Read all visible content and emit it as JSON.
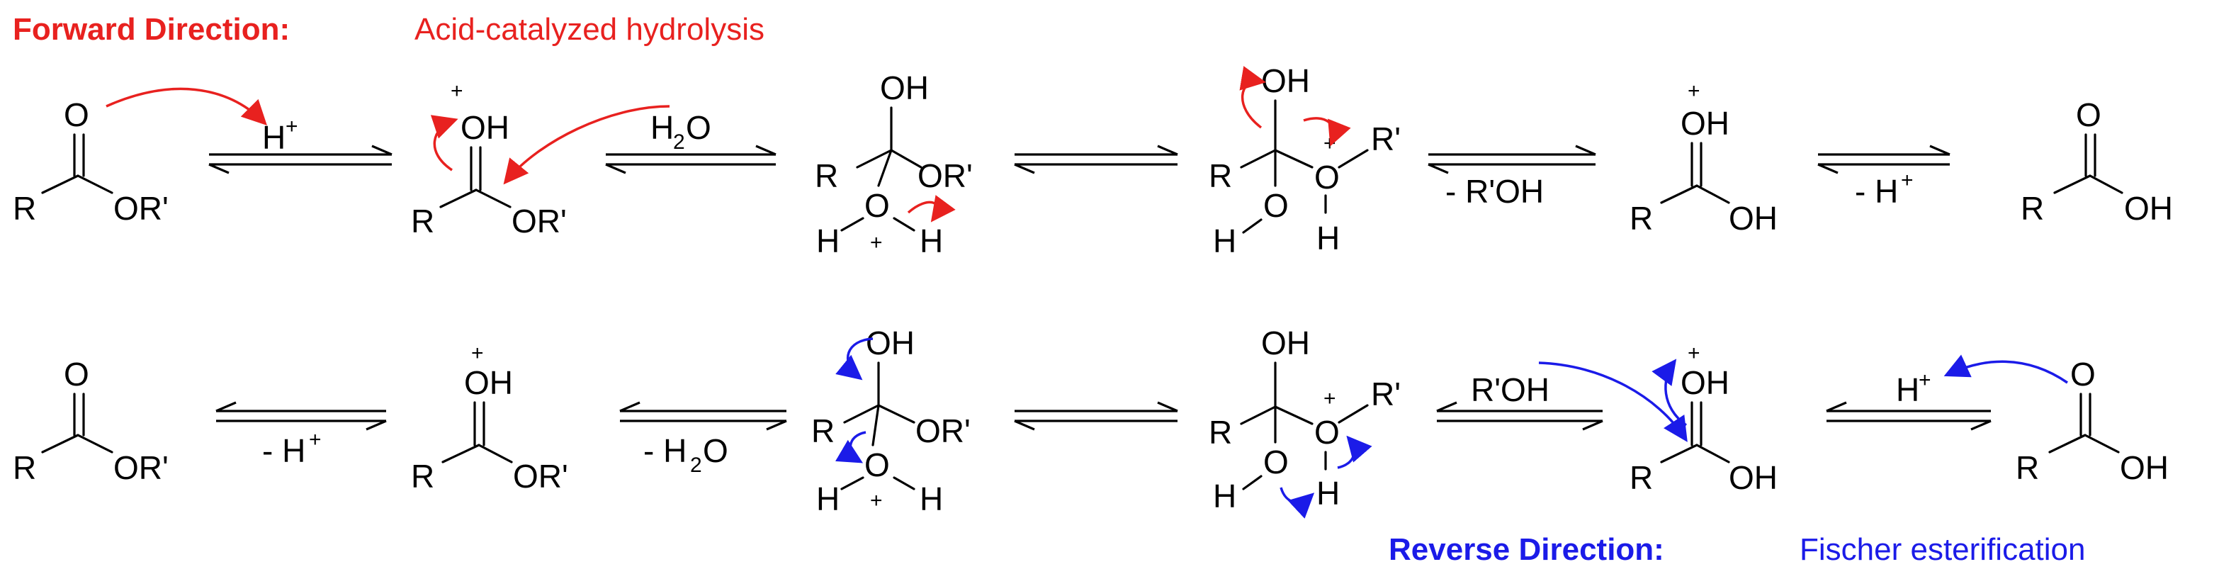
{
  "forward": {
    "label": "Forward Direction:",
    "name": "Acid-catalyzed hydrolysis",
    "color": "#e8211f"
  },
  "reverse": {
    "label": "Reverse Direction:",
    "name": "Fischer esterification",
    "color": "#1b1be8"
  },
  "atoms": {
    "O": "O",
    "OH": "OH",
    "R": "R",
    "Rp": "R'",
    "ORp": "OR'",
    "H": "H",
    "Hplus": "H",
    "plus": "+",
    "two": "2"
  },
  "reagents": {
    "h_plus": "H",
    "water": "H",
    "water_sub": "2",
    "water_O": "O",
    "minus_rpoh": "- R'OH",
    "minus_h_plus": "- H",
    "minus_h2o_a": "- H",
    "minus_h2o_b": "2",
    "minus_h2o_c": "O",
    "rpoh": "R'OH"
  }
}
